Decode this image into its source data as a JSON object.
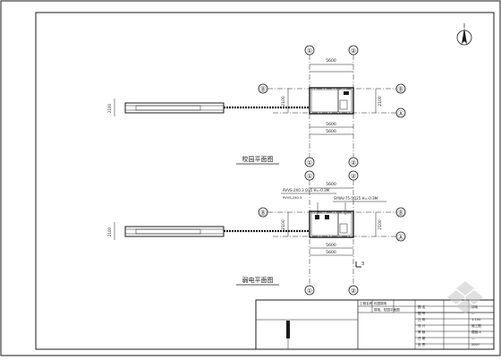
{
  "colors": {
    "paper": "#ffffff",
    "ink": "#1a1a1a",
    "watermark": "#c8c8c8"
  },
  "icons": [
    "north-arrow-icon",
    "watermark-logo-icon"
  ],
  "plan_upper": {
    "title": "校园平面图",
    "dim_top": "5600",
    "dim_bottom_a": "5600",
    "dim_bottom_b": "5600",
    "dim_left": "2100",
    "dim_right": "2100",
    "dim_far_left": "2100",
    "axis_1": "①",
    "axis_2": "②",
    "axis_a": "Ⓐ",
    "axis_b": "Ⓑ"
  },
  "plan_lower": {
    "title": "弱电平面图",
    "dim_top": "5600",
    "dim_bottom_a": "5600",
    "dim_bottom_b": "5600",
    "dim_left": "2100",
    "dim_right": "2100",
    "dim_far_left": "2100",
    "note_a": "RVVS-2X0.3 Q15 H=-0.3M",
    "note_b": "SYWV-75-5Q25 H=-0.3M",
    "note_sub": "RVVS-2X0.3",
    "section_mark": "3",
    "axis_1": "①",
    "axis_2": "②",
    "axis_a": "Ⓐ",
    "axis_b": "Ⓑ"
  },
  "title_block": {
    "company": "工程名称",
    "project": "校园弱电",
    "drawing": "弱电、校园平面图",
    "labels": [
      "图 名",
      "图 号",
      "比 例",
      "设 计",
      "审 核",
      "日 期",
      "负 责"
    ],
    "values": [
      "弱电",
      "—",
      "1:100",
      "施工图",
      "弱施-4",
      "—",
      "2007"
    ]
  }
}
